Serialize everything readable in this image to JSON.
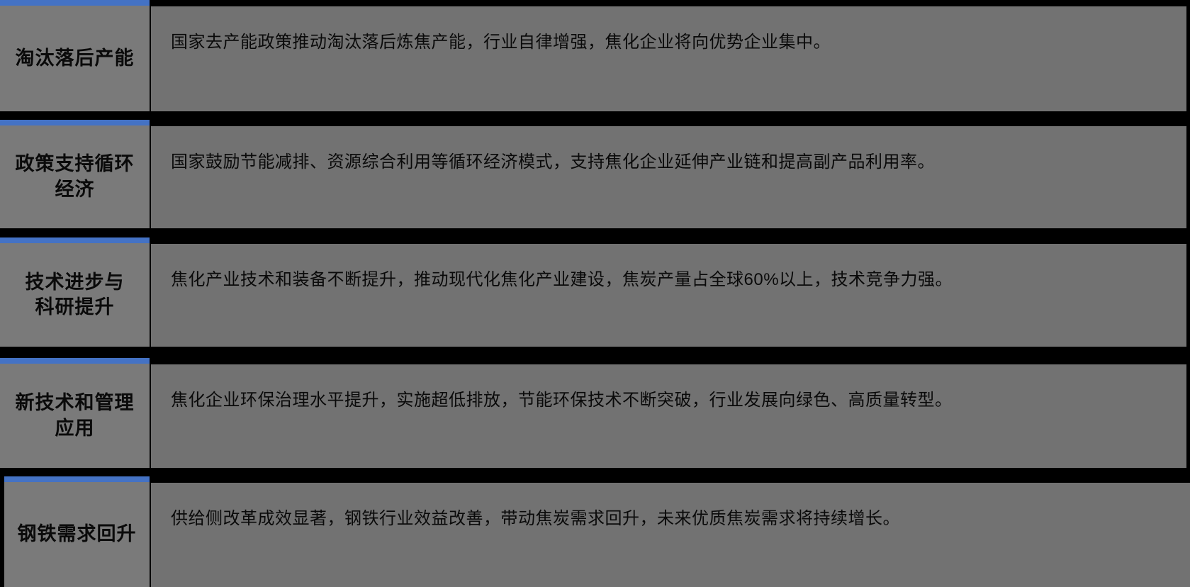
{
  "theme": {
    "accent": "#4472c4",
    "sidebar_bg": "#7a7a7a",
    "content_bg": "#727272",
    "page_bg": "#000000",
    "text": "#0a0a0a"
  },
  "rows": [
    {
      "title": "淘汰落后产能",
      "body": "国家去产能政策推动淘汰落后炼焦产能，行业自律增强，焦化企业将向优势企业集中。"
    },
    {
      "title": "政策支持循环\n经济",
      "body": "国家鼓励节能减排、资源综合利用等循环经济模式，支持焦化企业延伸产业链和提高副产品利用率。"
    },
    {
      "title": "技术进步与\n科研提升",
      "body": "焦化产业技术和装备不断提升，推动现代化焦化产业建设，焦炭产量占全球60%以上，技术竞争力强。"
    },
    {
      "title": "新技术和管理\n应用",
      "body": "焦化企业环保治理水平提升，实施超低排放，节能环保技术不断突破，行业发展向绿色、高质量转型。"
    },
    {
      "title": "钢铁需求回升",
      "body": "供给侧改革成效显著，钢铁行业效益改善，带动焦炭需求回升，未来优质焦炭需求将持续增长。"
    }
  ]
}
